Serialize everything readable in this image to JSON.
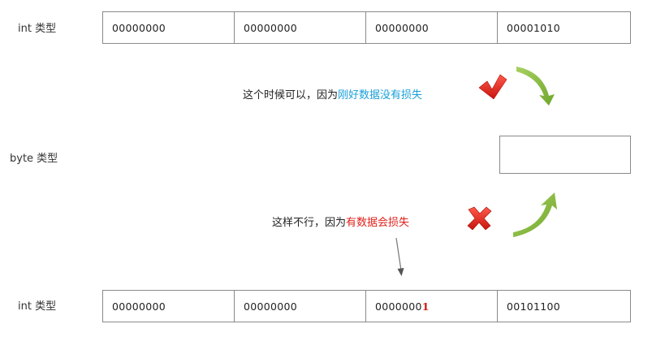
{
  "top": {
    "label": "int 类型",
    "cells": [
      "00000000",
      "00000000",
      "00000000",
      "00001010"
    ]
  },
  "middle": {
    "label": "byte 类型"
  },
  "bottom": {
    "label": "int 类型",
    "cells": [
      "00000000",
      "00000000",
      "0000000",
      "00101100"
    ],
    "highlight_bit": "1"
  },
  "note_ok": {
    "prefix": "这个时候可以，因为",
    "highlight": "刚好数据没有损失",
    "icon": "checkmark-icon"
  },
  "note_fail": {
    "prefix": "这样不行，因为",
    "highlight": "有数据会损失",
    "icon": "cross-icon"
  },
  "colors": {
    "blue_highlight": "#1aa0d8",
    "red_highlight": "#e0201a",
    "arrow_green": "#8cbf3f",
    "check_red": "#e0201a",
    "box_border": "#8a8a8a"
  }
}
